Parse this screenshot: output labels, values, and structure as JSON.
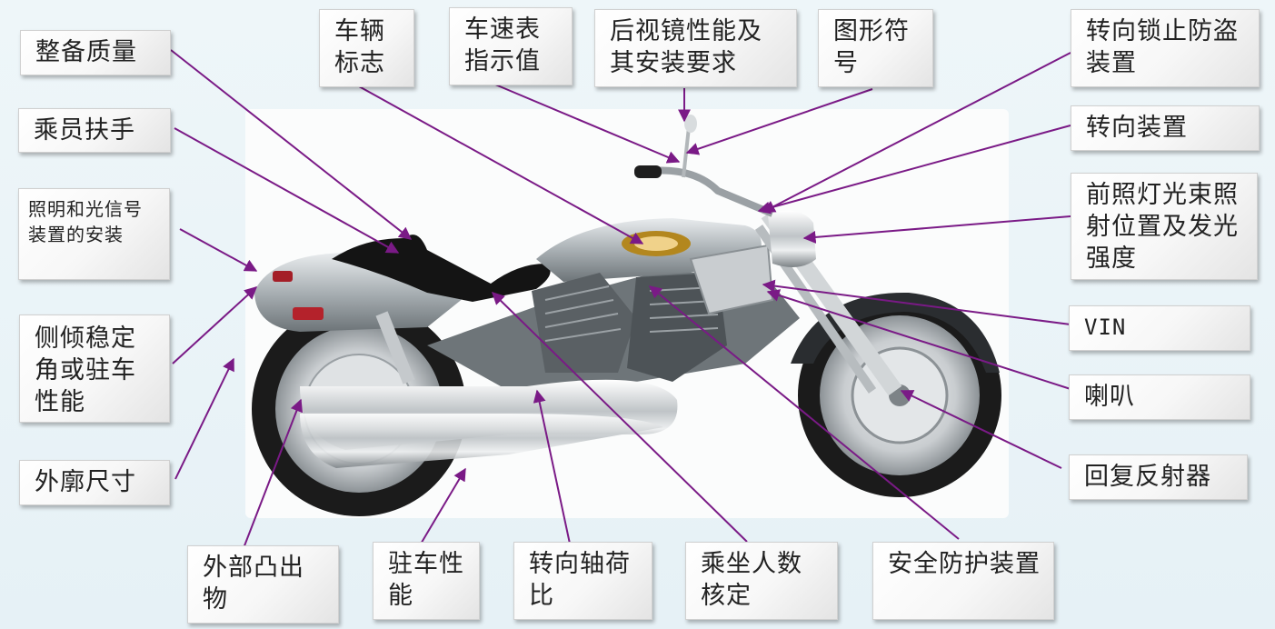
{
  "labels": {
    "curb_mass": "整备质量",
    "passenger_handhold": "乘员扶手",
    "lighting_signal": "照明和光信号装置的安装",
    "side_stand": "侧倾稳定角或驻车性能",
    "overall_dimensions": "外廓尺寸",
    "vehicle_logo": "车辆标志",
    "speedometer": "车速表指示值",
    "rearview_mirror": "后视镜性能及其安装要求",
    "graphic_symbols": "图形符号",
    "steering_lock": "转向锁止防盗装置",
    "steering_device": "转向装置",
    "headlamp_beam": "前照灯光束照射位置及发光强度",
    "vin": "VIN",
    "horn": "喇叭",
    "retro_reflector": "回复反射器",
    "external_projections": "外部凸出物",
    "parking_performance": "驻车性能",
    "steering_axle_load": "转向轴荷比",
    "seating_capacity": "乘坐人数核定",
    "safety_guard": "安全防护装置"
  },
  "colors": {
    "leader_line": "#7a1a86",
    "label_fill": "#f7f7f7",
    "background": "#e9f3f7"
  },
  "image": {
    "subject": "motorcycle-illustration"
  }
}
